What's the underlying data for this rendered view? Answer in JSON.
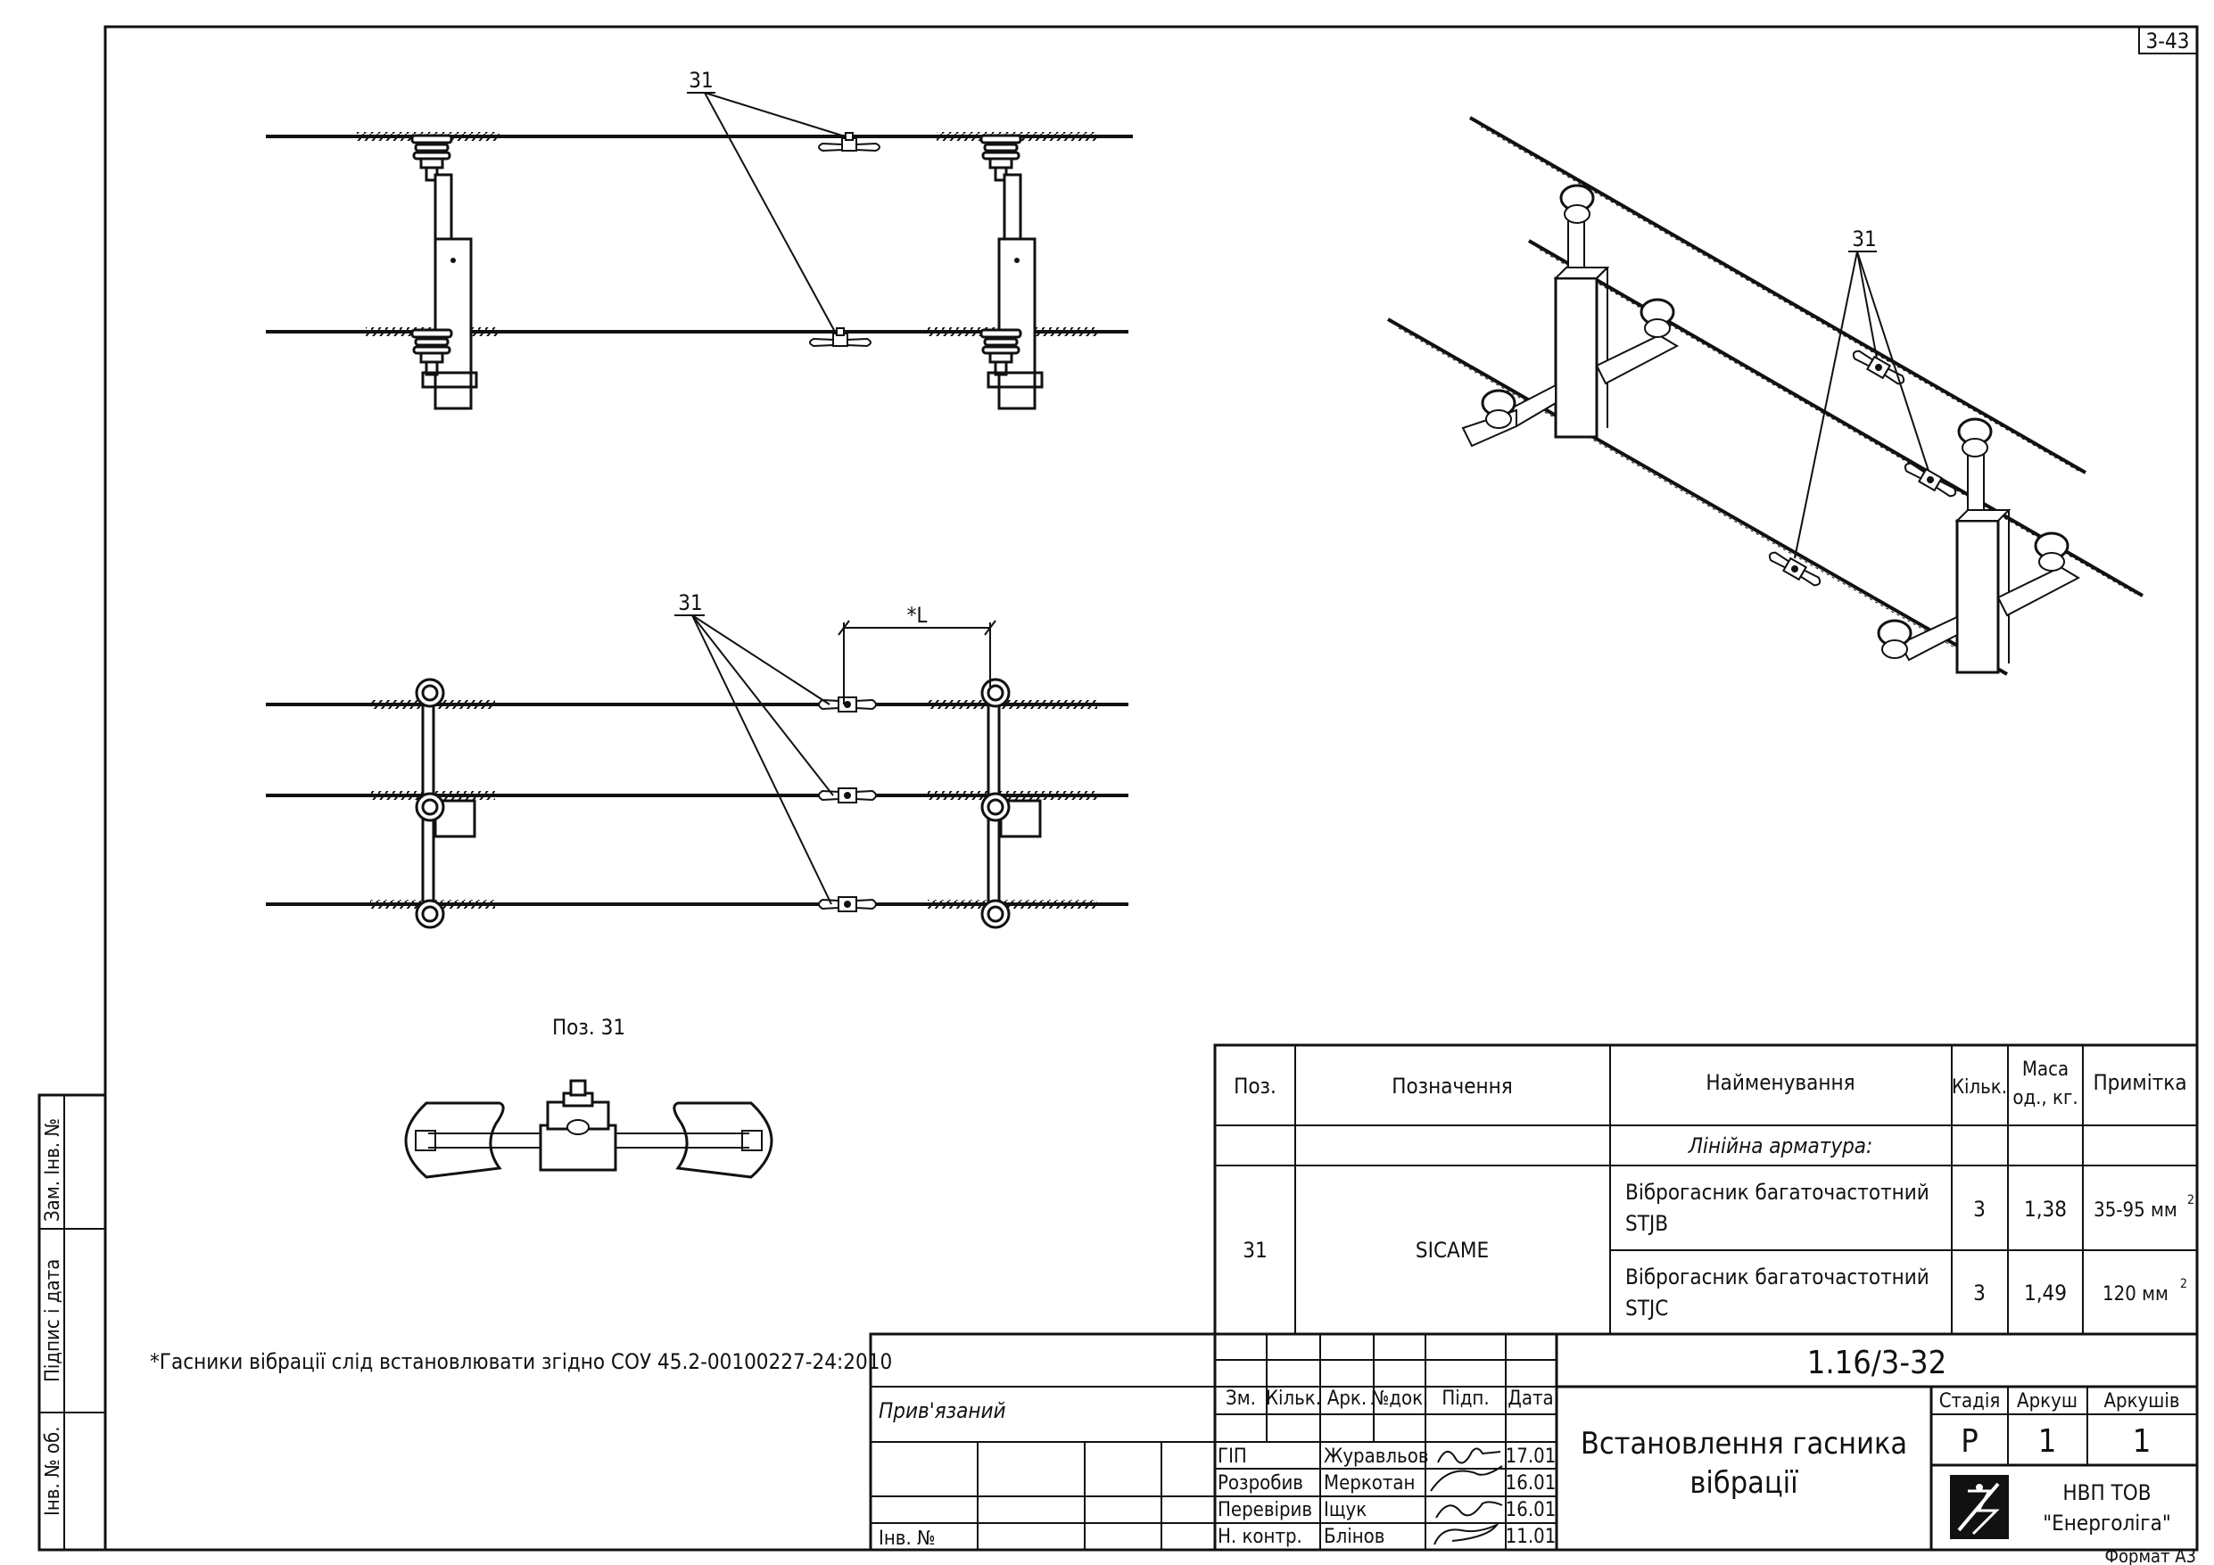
{
  "sheet": {
    "corner_tag": "3-43",
    "format": "Формат А3",
    "footnote": "*Гасники вібрації слід встановлювати згідно СОУ 45.2-00100227-24:2010"
  },
  "drawings": {
    "callout": "31",
    "dimension": "*L",
    "detail_label": "Поз. 31"
  },
  "spec_table": {
    "headers": {
      "pos": "Поз.",
      "designation": "Позначення",
      "name": "Найменування",
      "qty": "Кільк.",
      "mass_line1": "Маса",
      "mass_line2": "од., кг.",
      "note": "Примітка"
    },
    "group_title": "Лінійна арматура:",
    "pos_value": "31",
    "designation_value": "SICAME",
    "rows": [
      {
        "name_line1": "Віброгасник багаточастотний",
        "name_line2": "STJB",
        "qty": "3",
        "mass": "1,38",
        "note": "35-95 мм",
        "note_sup": "2"
      },
      {
        "name_line1": "Віброгасник багаточастотний",
        "name_line2": "STJC",
        "qty": "3",
        "mass": "1,49",
        "note": "120 мм",
        "note_sup": "2"
      }
    ]
  },
  "title_block": {
    "doc_code": "1.16/3-32",
    "title_line1": "Встановлення гасника",
    "title_line2": "вібрації",
    "bound_label": "Прив'язаний",
    "inv_label": "Інв. №",
    "rev_headers": [
      "Зм.",
      "Кільк.",
      "Арк.",
      "№док.",
      "Підп.",
      "Дата"
    ],
    "signatures": [
      {
        "role": "ГІП",
        "name": "Журавльов",
        "date": "17.01"
      },
      {
        "role": "Розробив",
        "name": "Меркотан",
        "date": "16.01"
      },
      {
        "role": "Перевірив",
        "name": "Іщук",
        "date": "16.01"
      },
      {
        "role": "Н. контр.",
        "name": "Блінов",
        "date": "11.01"
      }
    ],
    "stage_label": "Стадія",
    "sheet_label": "Аркуш",
    "sheets_label": "Аркушів",
    "stage_value": "Р",
    "sheet_value": "1",
    "sheets_value": "1",
    "org_line1": "НВП ТОВ",
    "org_line2": "\"Енерголіга\""
  },
  "side_stamp": {
    "replace_inv": "Зам. Інв. №",
    "sign_date": "Підпис і дата",
    "inv_orig": "Інв. № об."
  },
  "colors": {
    "ink": "#111111",
    "paper": "#ffffff"
  }
}
